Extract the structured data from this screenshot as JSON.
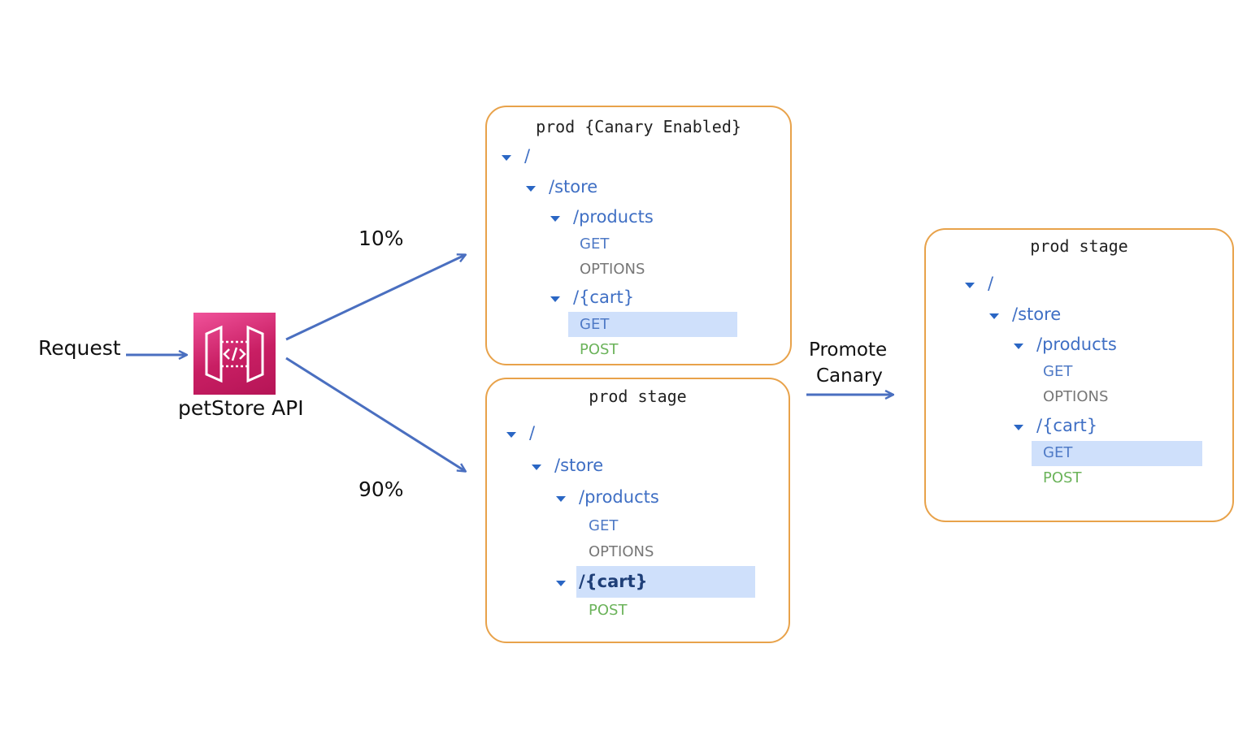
{
  "request_label": "Request",
  "api_label": "petStore API",
  "pct_canary": "10%",
  "pct_prod": "90%",
  "promote_line1": "Promote",
  "promote_line2": "Canary",
  "canary_box": {
    "title": "prod {Canary Enabled}",
    "root": "/",
    "store": "/store",
    "products": "/products",
    "products_get": "GET",
    "products_options": "OPTIONS",
    "cart": "/{cart}",
    "cart_get": "GET",
    "cart_post": "POST"
  },
  "prod_box": {
    "title": "prod stage",
    "root": "/",
    "store": "/store",
    "products": "/products",
    "products_get": "GET",
    "products_options": "OPTIONS",
    "cart": "/{cart}",
    "cart_post": "POST"
  },
  "promoted_box": {
    "title": "prod stage",
    "root": "/",
    "store": "/store",
    "products": "/products",
    "products_get": "GET",
    "products_options": "OPTIONS",
    "cart": "/{cart}",
    "cart_get": "GET",
    "cart_post": "POST"
  },
  "colors": {
    "box_border": "#e8a24a",
    "arrow": "#4a6fc0",
    "resource": "#3f6fc4",
    "get": "#4f7ac6",
    "options": "#777777",
    "post": "#6bb35a",
    "highlight": "#cfe0fb",
    "api_icon": "#d6246e"
  },
  "icons": {
    "api": "api-gateway-icon"
  }
}
